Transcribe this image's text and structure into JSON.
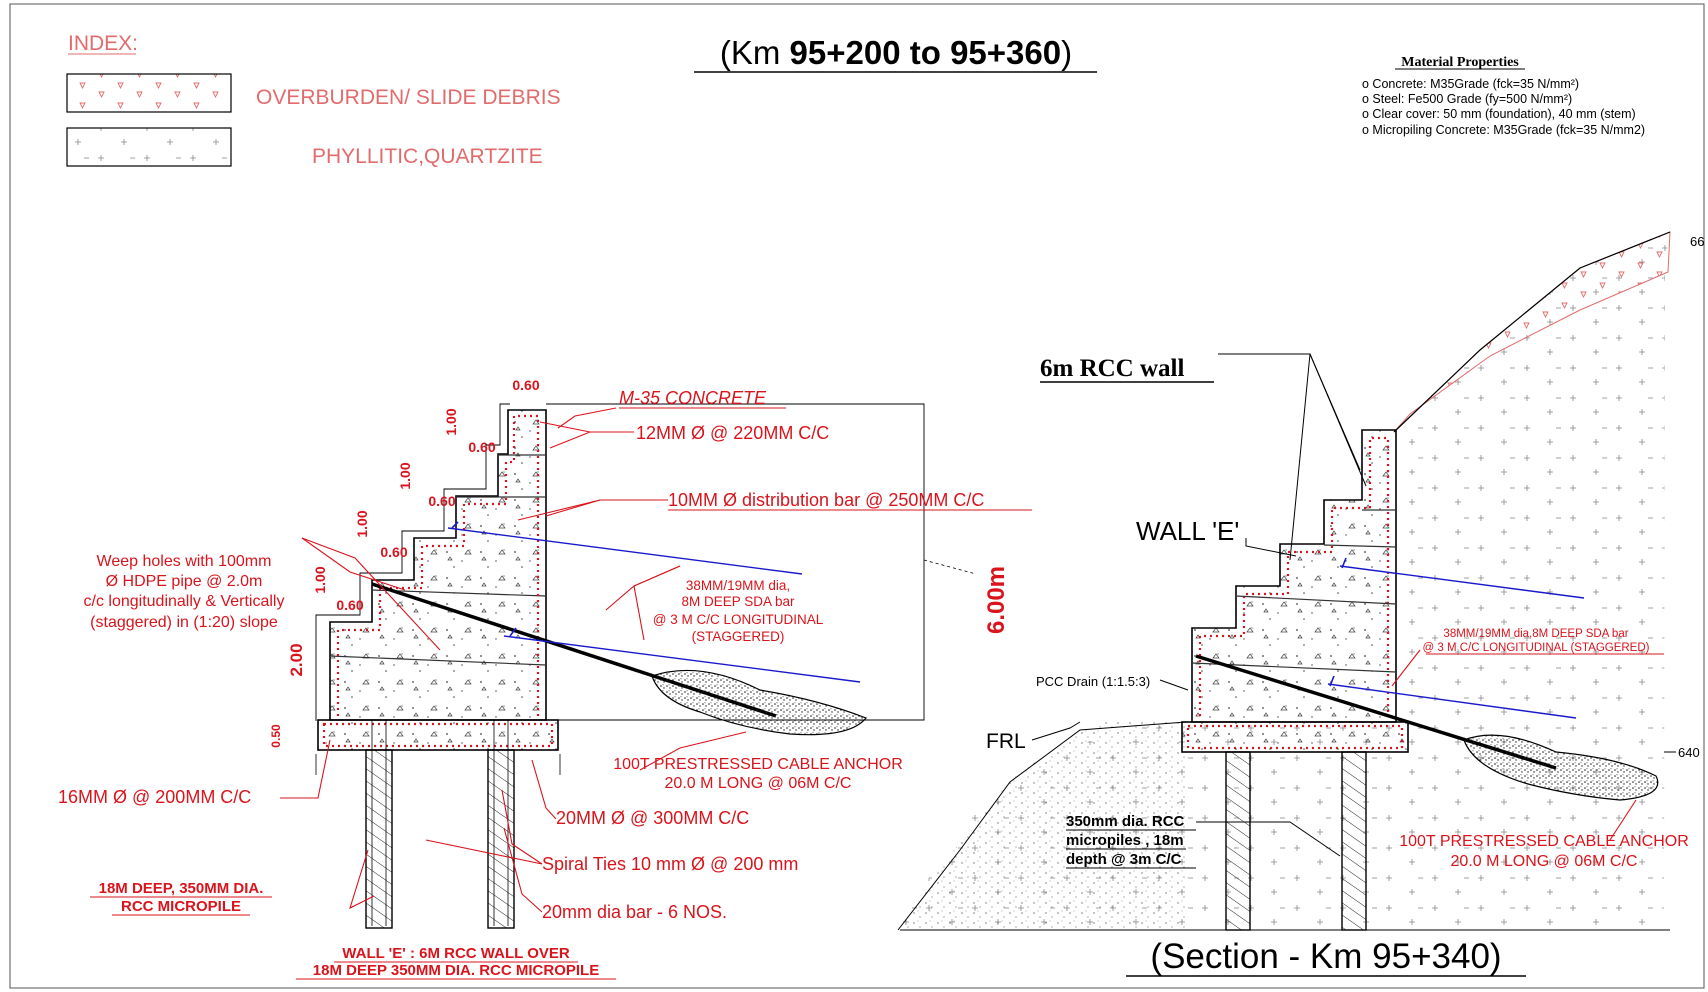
{
  "title": {
    "prefix": "(Km ",
    "range": "95+200 to 95+360",
    "suffix": ")"
  },
  "index": {
    "heading": "INDEX:",
    "items": [
      {
        "label": "OVERBURDEN/  SLIDE  DEBRIS"
      },
      {
        "label": "PHYLLITIC,QUARTZITE"
      }
    ]
  },
  "material_properties": {
    "heading": "Material Properties",
    "items": [
      "o Concrete: M35Grade (fck=35 N/mm²)",
      "o Steel: Fe500 Grade (fy=500 N/mm²)",
      "o Clear cover: 50 mm (foundation), 40 mm (stem)",
      "o Micropiling Concrete: M35Grade (fck=35 N/mm2)"
    ]
  },
  "left_section": {
    "dims": {
      "top": "0.60",
      "step_w1": "0.60",
      "step_w2": "0.60",
      "step_w3": "0.60",
      "step_w4": "0.60",
      "h1": "1.00",
      "h2": "1.00",
      "h3": "1.00",
      "h4": "1.00",
      "h5": "2.00",
      "base": "0.50",
      "total": "6.00m"
    },
    "labels": {
      "concrete": "M-35 CONCRETE",
      "bar12": "12MM Ø @ 220MM C/C",
      "dist_bar": "10MM Ø distribution bar @ 250MM C/C",
      "weep": [
        "Weep holes with 100mm",
        "Ø HDPE pipe @ 2.0m",
        "c/c longitudinally & Vertically",
        "(staggered) in (1:20) slope"
      ],
      "sda": [
        "38MM/19MM dia,",
        "8M DEEP SDA bar",
        "@ 3 M C/C LONGITUDINAL",
        "(STAGGERED)"
      ],
      "anchor": [
        "100T PRESTRESSED CABLE ANCHOR",
        "20.0 M LONG @ 06M C/C"
      ],
      "bar16": "16MM Ø @ 200MM C/C",
      "bar20": "20MM Ø @ 300MM C/C",
      "spiral": "Spiral Ties 10 mm Ø @ 200 mm",
      "bar20dia": "20mm dia bar - 6 NOS.",
      "micropile": [
        "18M DEEP, 350MM DIA.",
        "RCC MICROPILE"
      ],
      "caption": [
        "WALL 'E' : 6M RCC WALL OVER",
        "18M DEEP 350MM DIA. RCC MICROPILE"
      ]
    }
  },
  "right_section": {
    "wall_title": "6m RCC wall",
    "wall_name": "WALL 'E'",
    "pcc": "PCC Drain (1:1.5:3)",
    "frl": "FRL",
    "sda": [
      "38MM/19MM dia,8M DEEP SDA bar",
      "@ 3 M C/C LONGITUDINAL (STAGGERED)"
    ],
    "anchor": [
      "100T PRESTRESSED CABLE ANCHOR",
      "20.0 M LONG @ 06M C/C"
    ],
    "micropile": [
      "350mm dia. RCC",
      "micropiles , 18m",
      "depth @ 3m C/C"
    ],
    "level_top": "66",
    "level_640": "640",
    "section_title": "(Section - Km 95+340)"
  },
  "colors": {
    "red": "#d9141c",
    "blue": "#1a1acc",
    "ink": "#000000",
    "hatch": "#e26b6b"
  }
}
